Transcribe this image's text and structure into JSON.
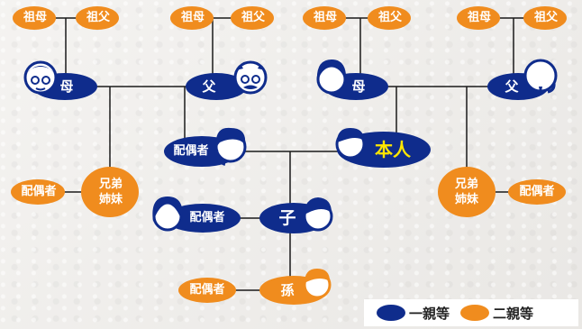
{
  "colors": {
    "first_degree": "#0f2c8c",
    "second_degree": "#f08c1e",
    "highlight": "#ffe600"
  },
  "nodes": {
    "left_grandmother_mother_side": "祖母",
    "left_grandfather_mother_side": "祖父",
    "left_grandmother_father_side": "祖母",
    "left_grandfather_father_side": "祖父",
    "right_grandmother_mother_side": "祖母",
    "right_grandfather_mother_side": "祖父",
    "right_grandmother_father_side": "祖母",
    "right_grandfather_father_side": "祖父",
    "spouse_mother": "母",
    "spouse_father": "父",
    "spouse": "配偶者",
    "spouse_sibling_line1": "兄弟",
    "spouse_sibling_line2": "姉妹",
    "spouse_sibling_spouse": "配偶者",
    "mother": "母",
    "father": "父",
    "self": "本人",
    "sibling_line1": "兄弟",
    "sibling_line2": "姉妹",
    "sibling_spouse": "配偶者",
    "child": "子",
    "child_spouse": "配偶者",
    "grandchild": "孫",
    "grandchild_spouse": "配偶者"
  },
  "legend": {
    "first_degree_label": "一親等",
    "second_degree_label": "二親等"
  }
}
